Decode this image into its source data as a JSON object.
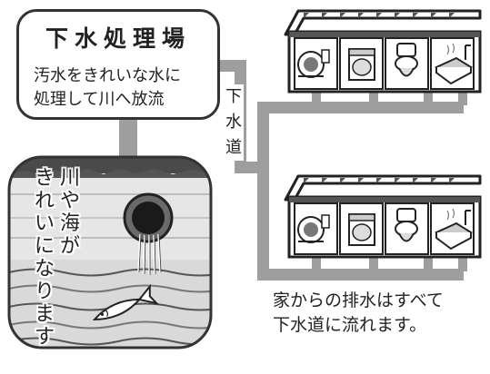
{
  "plant": {
    "title": "下水処理場",
    "description": [
      "汚水をきれいな水に",
      "処理して川へ放流"
    ]
  },
  "sewer_label": [
    "下",
    "水",
    "道"
  ],
  "river_message": {
    "columns": [
      [
        "川",
        "や",
        "海",
        "が"
      ],
      [
        "き",
        "れ",
        "い",
        "に",
        "な",
        "り",
        "ま",
        "す"
      ]
    ]
  },
  "caption": [
    "家からの排水はすべて",
    "下水道に流れます。"
  ],
  "house_icons": [
    "kitchen-sink-icon",
    "washing-machine-icon",
    "toilet-icon",
    "bathtub-icon"
  ],
  "colors": {
    "pipe": "#9e9e9e",
    "outline": "#333333",
    "river": "#d9d9d9"
  }
}
